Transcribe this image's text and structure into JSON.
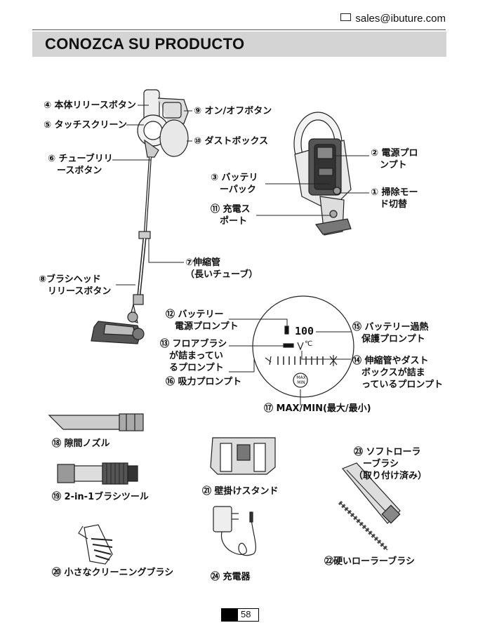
{
  "header": {
    "email": "sales@ibuture.com"
  },
  "banner": {
    "title": "CONOZCA SU PRODUCTO"
  },
  "labels": {
    "l4": "④ 本体リリースボタン",
    "l5": "⑤ タッチスクリーン",
    "l6": "⑥ チューブリリ\n　ースボタン",
    "l9": "⑨ オン/オフボタン",
    "l10": "⑩ ダストボックス",
    "l2": "② 電源プロ\n　ンプト",
    "l3": "③ バッテリ\n　ーパック",
    "l1": "① 掃除モー\n　ド切替",
    "l11": "⑪ 充電ス\n　ポート",
    "l7": "⑦伸縮管\n（長いチューブ）",
    "l8": "⑧ブラシヘッド\n　リリースボタン",
    "l12": "⑫ バッテリー\n　電源プロンプト",
    "l13": "⑬ フロアブラシ\n　が詰まってい\n　るプロンプト",
    "l16": "⑯ 吸力プロンプト",
    "l15": "⑮ バッテリー過熱\n　保護プロンプト",
    "l14": "⑭ 伸縮管やダスト\n　ボックスが詰ま\n　っているプロンプト",
    "l17": "⑰ MAX/MIN(最大/最小)",
    "l18": "⑱ 隙間ノズル",
    "l19": "⑲ 2-in-1ブラシツール",
    "l20": "⑳ 小さなクリーニングブラシ",
    "l21": "㉑ 壁掛けスタンド",
    "l23": "㉓ ソフトローラ\n　ーブラシ\n（取り付け済み）",
    "l22": "㉒硬いローラーブラシ",
    "l24": "㉔ 充電器"
  },
  "display": {
    "battery_level": "100",
    "max_min": "MAX\nMIN",
    "temp_symbol": "℃"
  },
  "footer": {
    "page_number": "58"
  }
}
